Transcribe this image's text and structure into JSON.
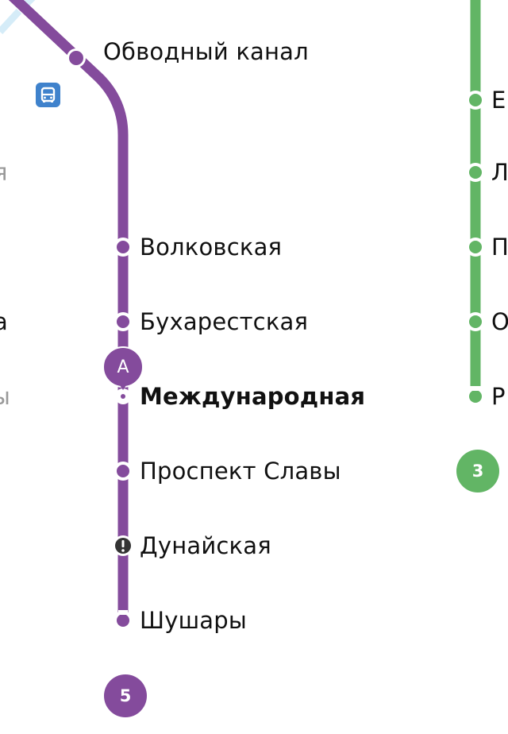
{
  "colors": {
    "line5": "#844b9c",
    "line3": "#62b565",
    "line_transfer_light": "#d5ecf8",
    "bus": "#3f82cc",
    "alert": "#333333"
  },
  "line5": {
    "number": "5",
    "stations": [
      {
        "name": "Обводный канал",
        "type": "normal"
      },
      {
        "name": "Волковская",
        "type": "normal"
      },
      {
        "name": "Бухарестская",
        "type": "normal"
      },
      {
        "name": "Международная",
        "type": "selected"
      },
      {
        "name": "Проспект Славы",
        "type": "normal"
      },
      {
        "name": "Дунайская",
        "type": "alert"
      },
      {
        "name": "Шушары",
        "type": "terminal"
      }
    ],
    "marker_label": "A"
  },
  "line3": {
    "number": "3",
    "stations_partial": [
      "Е",
      "Л",
      "П",
      "О",
      "Р"
    ]
  },
  "left_cut_labels": [
    "я",
    "а",
    "ы"
  ],
  "icons": [
    "bus-stop-icon",
    "alert-icon",
    "point-a-marker"
  ]
}
